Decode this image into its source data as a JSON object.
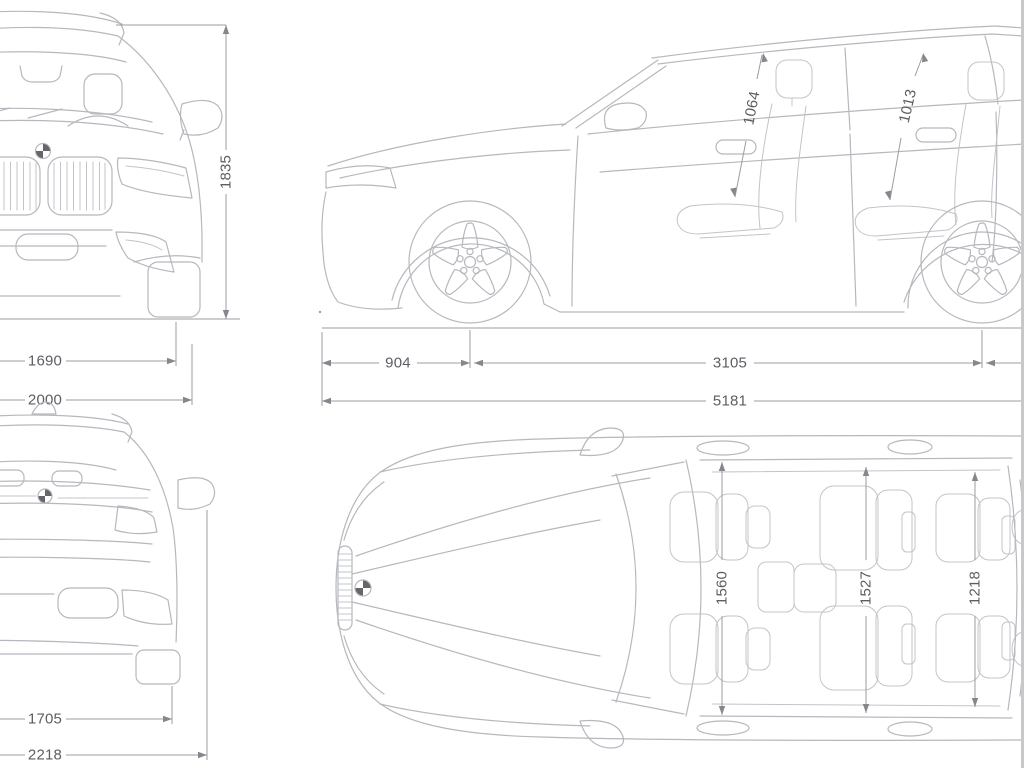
{
  "colors": {
    "background": "#ffffff",
    "car_line": "#b6b8bd",
    "dim_line": "#9b9da2",
    "dim_text": "#5c5e63",
    "edge_strip": "#c8c8ca"
  },
  "front_view": {
    "height": "1835",
    "track_width": "1690",
    "body_width": "2000"
  },
  "side_view": {
    "front_headroom": "1064",
    "rear_headroom": "1013",
    "front_overhang": "904",
    "wheelbase": "3105",
    "overall_length": "5181"
  },
  "rear_view": {
    "track_width": "1705",
    "width_incl_mirrors": "2218"
  },
  "top_view": {
    "front_interior_width": "1560",
    "middle_interior_width": "1527",
    "rear_interior_width": "1218"
  }
}
